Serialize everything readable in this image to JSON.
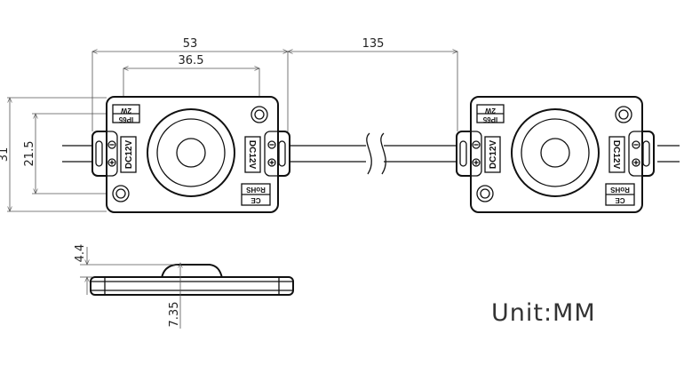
{
  "dimensions": {
    "width_53": "53",
    "hole_spacing": "36.5",
    "cable_length": "135",
    "height_31": "31",
    "hole_height": "21.5",
    "lens_height": "4.4",
    "body_height": "7.35"
  },
  "module_labels": {
    "voltage": "DC12V",
    "power": "2W",
    "ip_rating": "IP65",
    "rohs": "RoHS",
    "ce": "CE"
  },
  "unit_label": "Unit:MM"
}
